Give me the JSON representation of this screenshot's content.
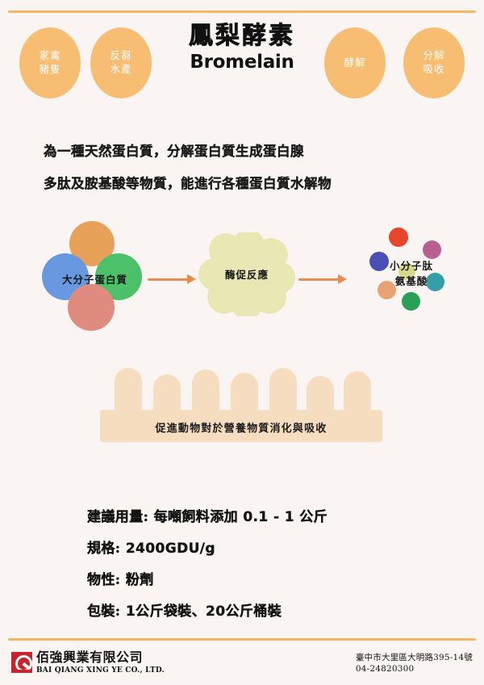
{
  "theme": {
    "background": "#faf5f3",
    "rule_color": "#f7b661",
    "bubble_color": "#f7bd72",
    "arrow_color": "#ea8b4e",
    "blob_color": "#e8e8b4",
    "villi_color": "#f7ddc0",
    "logo_red": "#c4262c"
  },
  "header": {
    "bubbles": [
      {
        "line1": "家禽",
        "line2": "豬隻"
      },
      {
        "line1": "反芻",
        "line2": "水產"
      },
      {
        "line1": "酵解",
        "line2": ""
      },
      {
        "line1": "分解",
        "line2": "吸收"
      }
    ],
    "title_cn": "鳳梨酵素",
    "title_en": "Bromelain"
  },
  "description": {
    "line1": "為一種天然蛋白質，分解蛋白質生成蛋白腺",
    "line2": "多肽及胺基酸等物質，能進行各種蛋白質水解物"
  },
  "diagram": {
    "substrate_label": "大分子蛋白質",
    "reaction_label": "酶促反應",
    "product_label_line1": "小分子肽",
    "product_label_line2": "氨基酸",
    "substrate_colors": [
      "#e7a159",
      "#6899e0",
      "#4cc16a",
      "#df8b80"
    ],
    "product_colors": [
      "#e8452a",
      "#b95f91",
      "#4a4fb5",
      "#34a0a6",
      "#e8a274",
      "#29a055",
      "#d8d88a"
    ]
  },
  "villi": {
    "label": "促進動物對於營養物質消化與吸收"
  },
  "specs": [
    {
      "label": "建議用量:",
      "value": "每噸飼料添加 0.1 - 1 公斤"
    },
    {
      "label": "規格:",
      "value": "2400GDU/g"
    },
    {
      "label": "物性:",
      "value": "粉劑"
    },
    {
      "label": "包裝:",
      "value": "1公斤袋裝、20公斤桶裝"
    }
  ],
  "footer": {
    "company_cn": "佰強興業有限公司",
    "company_en": "BAI QIANG XING YE CO., LTD.",
    "address": "臺中市大里區大明路395-14號",
    "phone": "04-24820300"
  }
}
